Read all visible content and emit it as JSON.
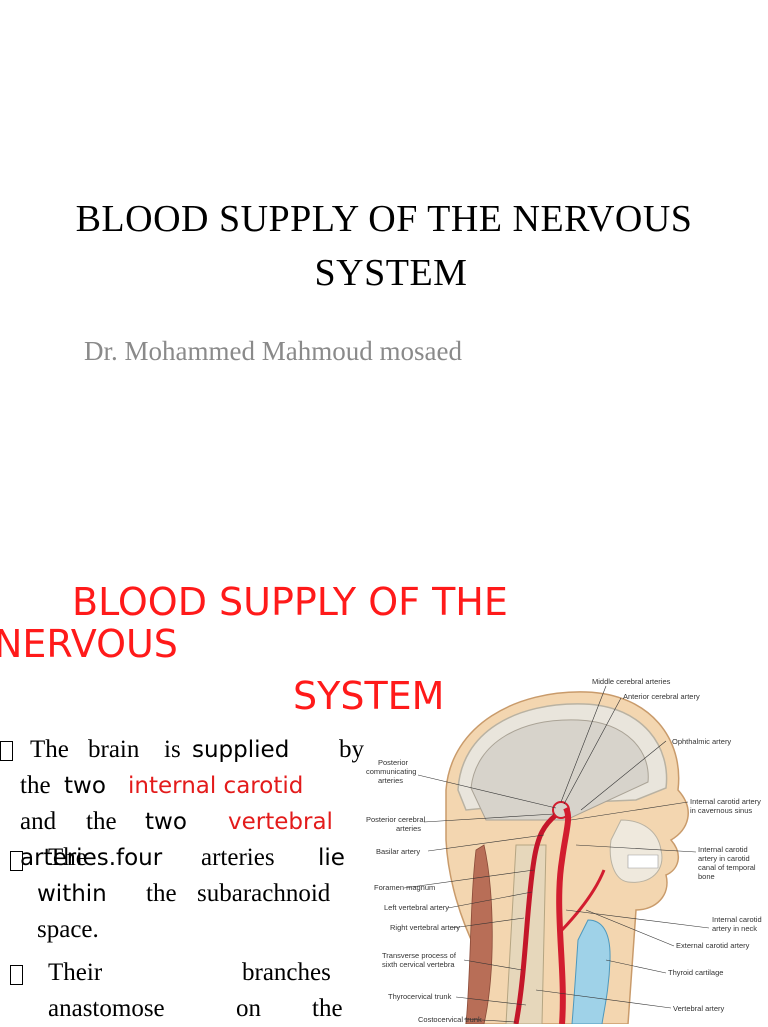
{
  "slide1": {
    "title_line1": "BLOOD SUPPLY OF THE NERVOUS",
    "title_line2": "SYSTEM",
    "author": "Dr. Mohammed Mahmoud mosaed"
  },
  "slide2": {
    "title_line1": "BLOOD SUPPLY OF THE",
    "title_line2": "NERVOUS",
    "title_line3": "SYSTEM",
    "bullet1": {
      "w_the": "The",
      "w_brain": "brain",
      "w_is": "is",
      "w_supplied": "supplied",
      "w_by": "by",
      "w_the2": "the",
      "w_two": "two",
      "w_internal_carotid": "internal carotid",
      "w_and": "and",
      "w_the3": "the",
      "w_two2": "two",
      "w_vertebral": "vertebral",
      "w_arteries": "arteries."
    },
    "bullet2": {
      "w_the": "The",
      "w_four": "four",
      "w_arteries": "arteries",
      "w_lie": "lie",
      "w_within": "within",
      "w_the2": "the",
      "w_subarachnoid": "subarachnoid",
      "w_space": "space."
    },
    "bullet3": {
      "w_their": "Their",
      "w_branches": "branches",
      "w_anastomose": "anastomose",
      "w_on": "on",
      "w_the": "the"
    }
  },
  "diagram": {
    "labels": {
      "middle_cerebral": "Middle cerebral arteries",
      "anterior_cerebral": "Anterior cerebral artery",
      "ophthalmic": "Ophthalmic artery",
      "posterior_comm_1": "Posterior",
      "posterior_comm_2": "communicating",
      "posterior_comm_3": "arteries",
      "posterior_cerebral_1": "Posterior cerebral",
      "posterior_cerebral_2": "arteries",
      "ica_cavernous_1": "Internal carotid artery",
      "ica_cavernous_2": "in cavernous sinus",
      "basilar": "Basilar artery",
      "ica_canal_1": "Internal carotid",
      "ica_canal_2": "artery in carotid",
      "ica_canal_3": "canal of temporal",
      "ica_canal_4": "bone",
      "foramen_magnum": "Foramen magnum",
      "left_vertebral": "Left vertebral artery",
      "right_vertebral": "Right vertebral artery",
      "ica_neck_1": "Internal carotid",
      "ica_neck_2": "artery in neck",
      "external_carotid": "External carotid artery",
      "transverse_1": "Transverse process of",
      "transverse_2": "sixth cervical vertebra",
      "thyroid_cartilage": "Thyroid cartilage",
      "thyrocervical": "Thyrocervical trunk",
      "vertebral_artery": "Vertebral artery",
      "costocervical": "Costocervical trunk"
    }
  },
  "colors": {
    "title_red": "#ff1a1a",
    "text_red": "#e31b1b",
    "author_gray": "#8a8a8a"
  }
}
